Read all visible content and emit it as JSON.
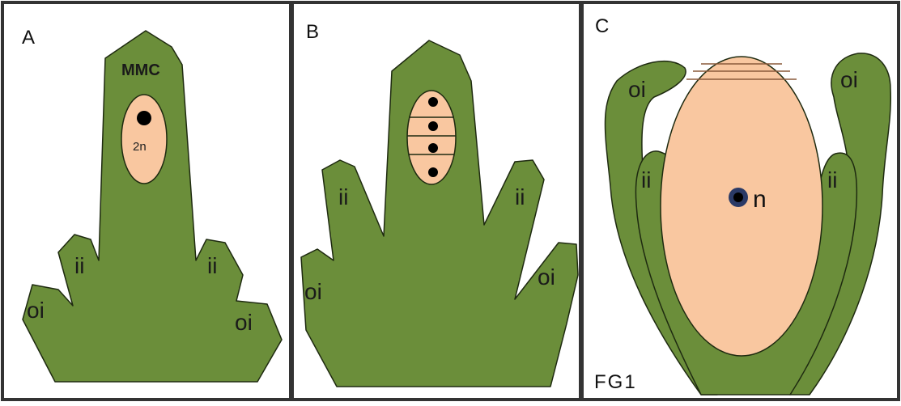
{
  "colors": {
    "tissue": "#6b8e3a",
    "tissue_stroke": "#1e2a10",
    "cell": "#f9c7a0",
    "nucleus": "#000000",
    "nucleus_fg1_ring": "#2b3a66",
    "panel_border": "#333333"
  },
  "panels": [
    {
      "letter": "A",
      "labels": {
        "mmc": "MMC",
        "ploidy": "2n",
        "ii_left": "ii",
        "ii_right": "ii",
        "oi_left": "oi",
        "oi_right": "oi"
      }
    },
    {
      "letter": "B",
      "labels": {
        "ii_left": "ii",
        "ii_right": "ii",
        "oi_left": "oi",
        "oi_right": "oi"
      }
    },
    {
      "letter": "C",
      "labels": {
        "oi_left": "oi",
        "oi_right": "oi",
        "ii_left": "ii",
        "ii_right": "ii",
        "ploidy": "n",
        "stage": "FG1"
      }
    }
  ]
}
